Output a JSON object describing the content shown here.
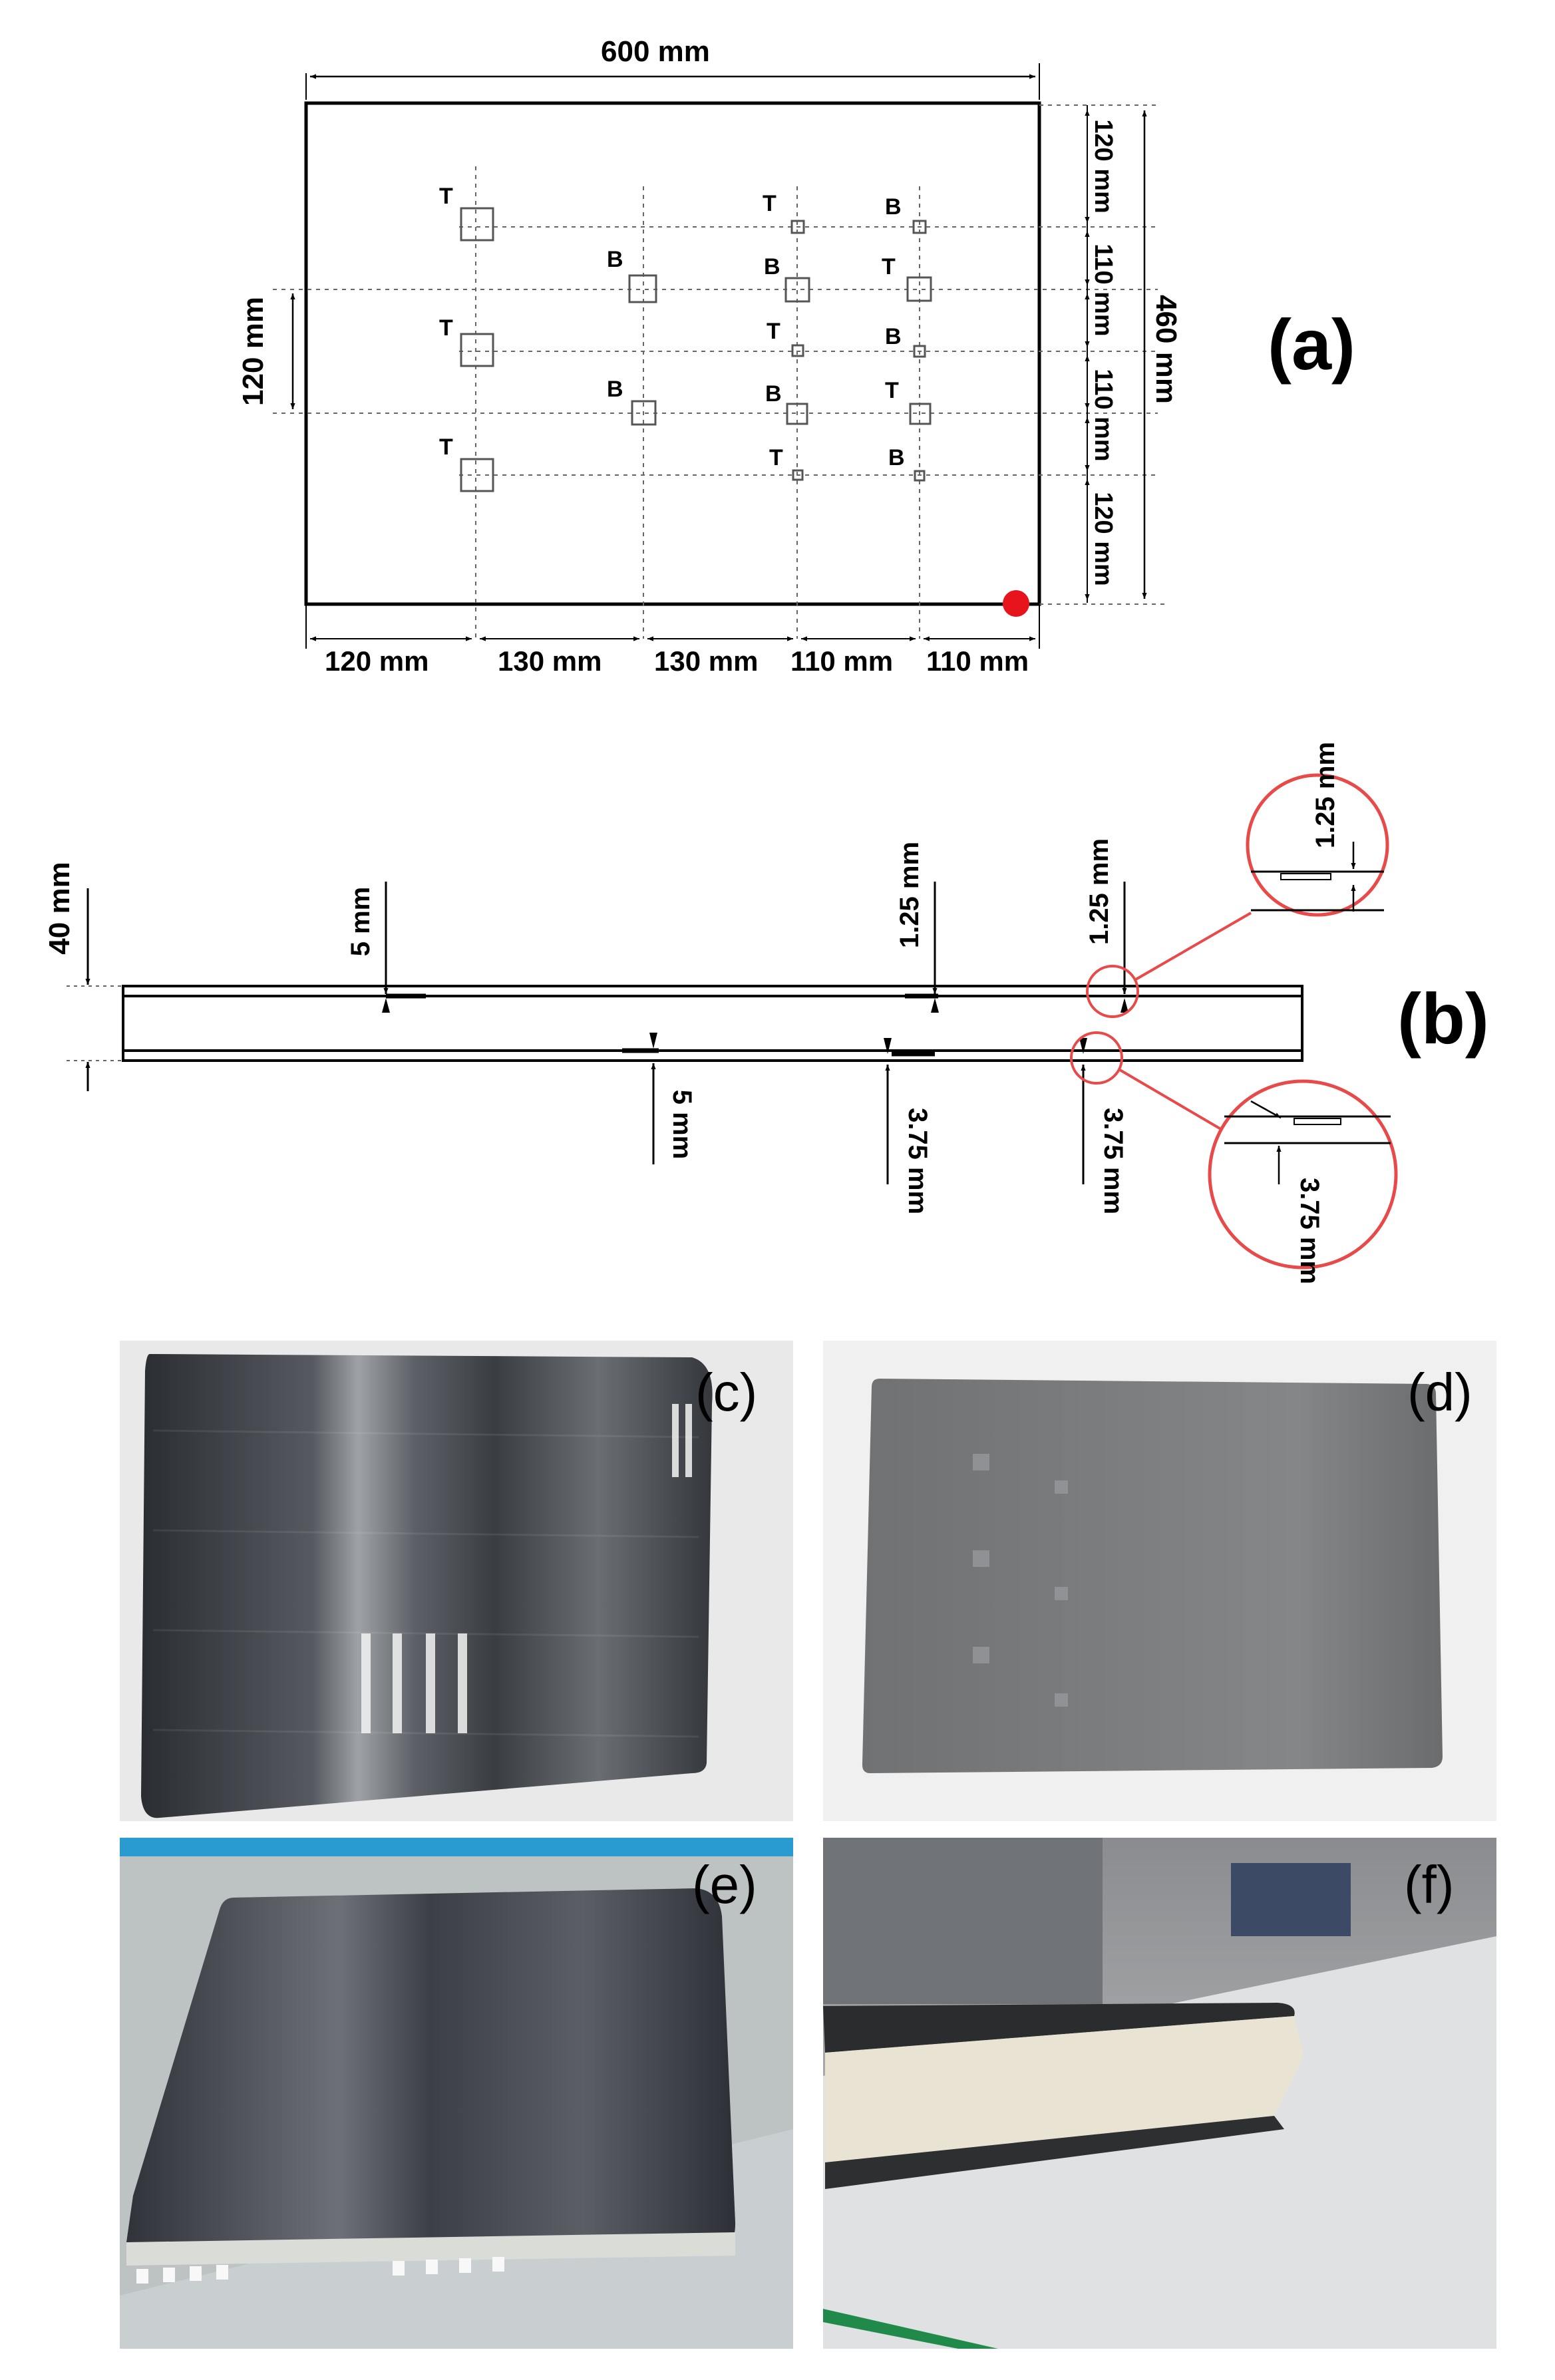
{
  "panel_a": {
    "label": "(a)",
    "width_label": "600 mm",
    "height_label": "460 mm",
    "left_span_label": "120 mm",
    "right_dims": [
      "120 mm",
      "110 mm",
      "110 mm",
      "120 mm"
    ],
    "bottom_dims": [
      "120 mm",
      "130 mm",
      "130 mm",
      "110 mm",
      "110 mm"
    ],
    "defect_letters": {
      "top": "T",
      "bottom": "B"
    },
    "marker_color": "#e8141c"
  },
  "panel_b": {
    "label": "(b)",
    "thickness_label": "40 mm",
    "top_big": "5 mm",
    "top_mid": "1.25 mm",
    "top_small": "1.25 mm",
    "bottom_big": "5 mm",
    "bottom_mid": "3.75 mm",
    "bottom_small": "3.75 mm",
    "zoom_top": "1.25 mm",
    "zoom_bottom": "3.75 mm",
    "zoom_color": "#e84a4a"
  },
  "photos": {
    "c": "(c)",
    "d": "(d)",
    "e": "(e)",
    "f": "(f)"
  }
}
